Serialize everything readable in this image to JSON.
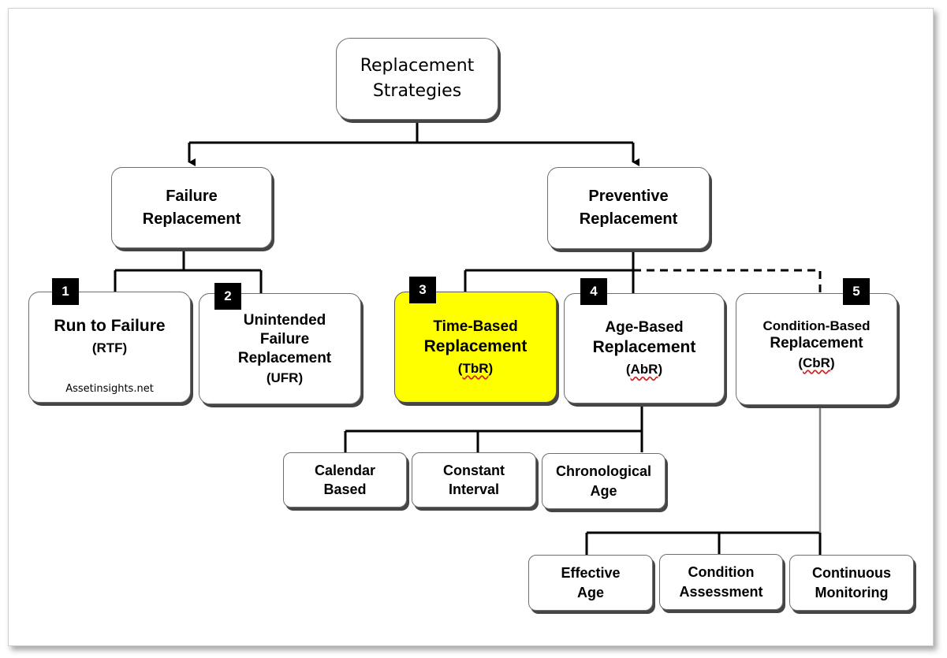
{
  "root": {
    "line1": "Replacement",
    "line2": "Strategies"
  },
  "failure": {
    "line1": "Failure",
    "line2": "Replacement"
  },
  "preventive": {
    "line1": "Preventive",
    "line2": "Replacement"
  },
  "rtf": {
    "badge": "1",
    "title": "Run to Failure",
    "abbr": "(RTF)",
    "watermark": "Assetinsights.net"
  },
  "ufr": {
    "badge": "2",
    "line1": "Unintended",
    "line2": "Failure",
    "line3": "Replacement",
    "abbr": "(UFR)"
  },
  "tbr": {
    "badge": "3",
    "line1": "Time-Based",
    "line2": "Replacement",
    "abbr_open": "(",
    "abbr_core": "TbR",
    "abbr_close": ")"
  },
  "abr": {
    "badge": "4",
    "line1": "Age-Based",
    "line2": "Replacement",
    "abbr_open": "(",
    "abbr_core": "AbR",
    "abbr_close": ")"
  },
  "cbr": {
    "badge": "5",
    "line1": "Condition-Based",
    "line2": "Replacement",
    "abbr_open": "(",
    "abbr_core": "CbR",
    "abbr_close": ")"
  },
  "age_children": [
    {
      "line1": "Calendar",
      "line2": "Based"
    },
    {
      "line1": "Constant",
      "line2": "Interval"
    },
    {
      "line1": "Chronological",
      "line2": "Age"
    }
  ],
  "condition_children": [
    {
      "line1": "Effective",
      "line2": "Age"
    },
    {
      "line1": "Condition",
      "line2": "Assessment"
    },
    {
      "line1": "Continuous",
      "line2": "Monitoring"
    }
  ],
  "colors": {
    "highlight": "#ffff00",
    "badge": "#000000",
    "connector": "#000000",
    "connector_cbr": "#808080"
  }
}
